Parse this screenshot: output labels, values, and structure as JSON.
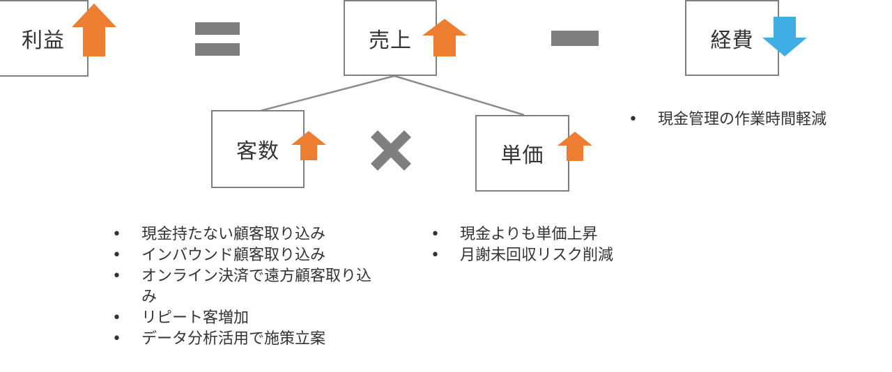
{
  "profit_box": {
    "label": "利益",
    "trend": "up"
  },
  "sales_box": {
    "label": "売上",
    "trend": "up"
  },
  "expense_box": {
    "label": "経費",
    "trend": "down"
  },
  "customers_box": {
    "label": "客数",
    "trend": "up"
  },
  "unit_price_box": {
    "label": "単価",
    "trend": "up"
  },
  "operators": {
    "equals": "=",
    "minus": "−",
    "times": "×"
  },
  "customer_bullets": [
    "現金持たない顧客取り込み",
    "インバウンド顧客取り込み",
    "オンライン決済で遠方顧客取り込み",
    "リピート客増加",
    "データ分析活用で施策立案"
  ],
  "unit_price_bullets": [
    "現金よりも単価上昇",
    "月謝未回収リスク削減"
  ],
  "expense_bullets": [
    "現金管理の作業時間軽減"
  ],
  "colors": {
    "up_arrow": "#ed7d31",
    "down_arrow": "#41aee3",
    "operator": "#7f7f7f",
    "border": "#7f7f7f",
    "text": "#333333"
  }
}
